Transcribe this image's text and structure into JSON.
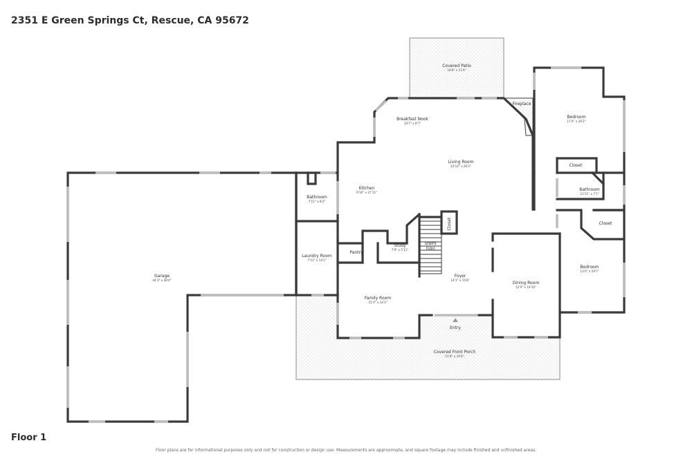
{
  "header": {
    "address": "2351 E Green Springs Ct, Rescue, CA 95672"
  },
  "footer": {
    "floor_label": "Floor 1",
    "disclaimer": "Floor plans are for informational purposes only and not for construction or design use. Measurements are approximate, and square footage may include finished and unfinished areas."
  },
  "rooms": {
    "covered_patio": {
      "name": "Covered Patio",
      "dims": "18'8\" x 11'6\""
    },
    "fireplace": {
      "name": "Fireplace"
    },
    "breakfast_nook": {
      "name": "Breakfast Nook",
      "dims": "14'7\" x 8'7\""
    },
    "bedroom_1": {
      "name": "Bedroom",
      "dims": "17'4\" x 20'2\""
    },
    "living_room": {
      "name": "Living Room",
      "dims": "24'10\" x 26'2\""
    },
    "closet_1": {
      "name": "Closet"
    },
    "kitchen": {
      "name": "Kitchen",
      "dims": "9'10\" x 27'11\""
    },
    "bathroom_1": {
      "name": "Bathroom",
      "dims": "7'11\" x 8'2\""
    },
    "bathroom_2": {
      "name": "Bathroom",
      "dims": "12'11\" x 7'1\""
    },
    "closet_2": {
      "name": "Closet"
    },
    "closet_3": {
      "name": "Closet"
    },
    "stairs": {
      "name": "Stairs",
      "sub": "(Up)"
    },
    "study": {
      "name": "Study",
      "dims": "7'9\" x 5'11\""
    },
    "pantry": {
      "name": "Pantry"
    },
    "laundry_room": {
      "name": "Laundry Room",
      "dims": "7'11\" x 14'1\""
    },
    "garage": {
      "name": "Garage",
      "dims": "44'3\" x 48'4\""
    },
    "foyer": {
      "name": "Foyer",
      "dims": "14'1\" x 15'8\""
    },
    "dining_room": {
      "name": "Dining Room",
      "dims": "12'9\" x 19'10\""
    },
    "bedroom_2": {
      "name": "Bedroom",
      "dims": "13'0\" x 19'7\""
    },
    "family_room": {
      "name": "Family Room",
      "dims": "15'3\" x 14'3\""
    },
    "entry": {
      "name": "Entry"
    },
    "covered_front_porch": {
      "name": "Covered Front Porch",
      "dims": "51'8\" x 16'6\""
    }
  }
}
